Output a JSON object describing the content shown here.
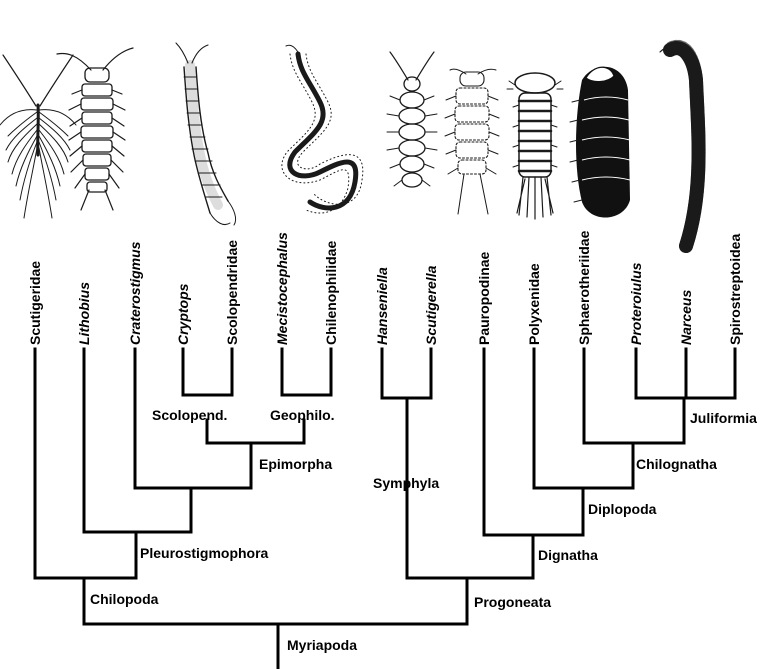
{
  "tree": {
    "root": "Myriapoda",
    "leaves": [
      {
        "id": "scutigeridae",
        "label": "Scutigeridae",
        "italic": false,
        "icon": "house-centipede-icon"
      },
      {
        "id": "lithobius",
        "label": "Lithobius",
        "italic": true,
        "icon": "stone-centipede-icon"
      },
      {
        "id": "craterostigmus",
        "label": "Craterostigmus",
        "italic": true,
        "icon": ""
      },
      {
        "id": "cryptops",
        "label": "Cryptops",
        "italic": true,
        "icon": "cryptops-centipede-icon"
      },
      {
        "id": "scolopendridae",
        "label": "Scolopendridae",
        "italic": false,
        "icon": ""
      },
      {
        "id": "mecistocephalus",
        "label": "Mecistocephalus",
        "italic": true,
        "icon": "soil-centipede-icon"
      },
      {
        "id": "chilenophilidae",
        "label": "Chilenophilidae",
        "italic": false,
        "icon": ""
      },
      {
        "id": "hanseniella",
        "label": "Hanseniella",
        "italic": true,
        "icon": "symphylan-icon"
      },
      {
        "id": "scutigerella",
        "label": "Scutigerella",
        "italic": true,
        "icon": "pauropod-icon"
      },
      {
        "id": "pauropodinae",
        "label": "Pauropodinae",
        "italic": false,
        "icon": "bristly-millipede-icon"
      },
      {
        "id": "polyxenidae",
        "label": "Polyxenidae",
        "italic": false,
        "icon": "pill-millipede-icon"
      },
      {
        "id": "sphaerotheriidae",
        "label": "Sphaerotheriidae",
        "italic": false,
        "icon": ""
      },
      {
        "id": "proteroiulus",
        "label": "Proteroiulus",
        "italic": true,
        "icon": "cylindrical-millipede-icon"
      },
      {
        "id": "narceus",
        "label": "Narceus",
        "italic": true,
        "icon": ""
      },
      {
        "id": "spirostreptoidea",
        "label": "Spirostreptoidea",
        "italic": false,
        "icon": ""
      }
    ],
    "clades": {
      "scolopend": "Scolopend.",
      "geophilo": "Geophilo.",
      "epimorpha": "Epimorpha",
      "pleurostigmophora": "Pleurostigmophora",
      "chilopoda": "Chilopoda",
      "symphyla": "Symphyla",
      "juliformia": "Juliformia",
      "chilognatha": "Chilognatha",
      "diplopoda": "Diplopoda",
      "dignatha": "Dignatha",
      "progoneata": "Progoneata"
    }
  }
}
